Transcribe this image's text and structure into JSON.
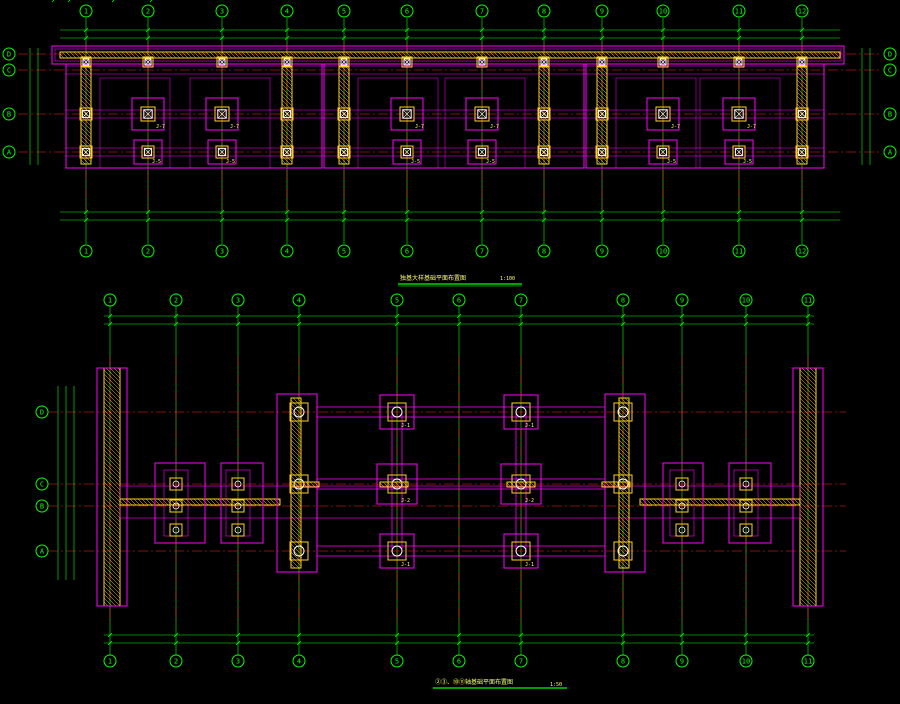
{
  "colors": {
    "background": "#000000",
    "axis_line": "#ff2020",
    "grid_bubble": "#00ff00",
    "foundation": "#ff00ff",
    "column": "#ffffff",
    "hatch": "#ffd21e",
    "label": "#ffff66"
  },
  "plan_top": {
    "title": "独基大样基础平面布置图",
    "scale": "1:100",
    "axes_x": [
      "1",
      "2",
      "3",
      "4",
      "5",
      "6",
      "7",
      "8",
      "9",
      "10",
      "11",
      "12"
    ],
    "axes_y": [
      "D",
      "C",
      "B",
      "A"
    ],
    "footing_tag": "J-7",
    "footing_tag_2": "J-5"
  },
  "plan_bottom": {
    "title": "②③、⑩⑪轴基础平面布置图",
    "scale": "1:50",
    "axes_x": [
      "1",
      "2",
      "3",
      "4",
      "5",
      "6",
      "7",
      "8",
      "9",
      "10",
      "11"
    ],
    "axes_y": [
      "D",
      "C",
      "B",
      "A"
    ],
    "footing_tag": "J-1",
    "footing_tag_2": "J-2"
  }
}
